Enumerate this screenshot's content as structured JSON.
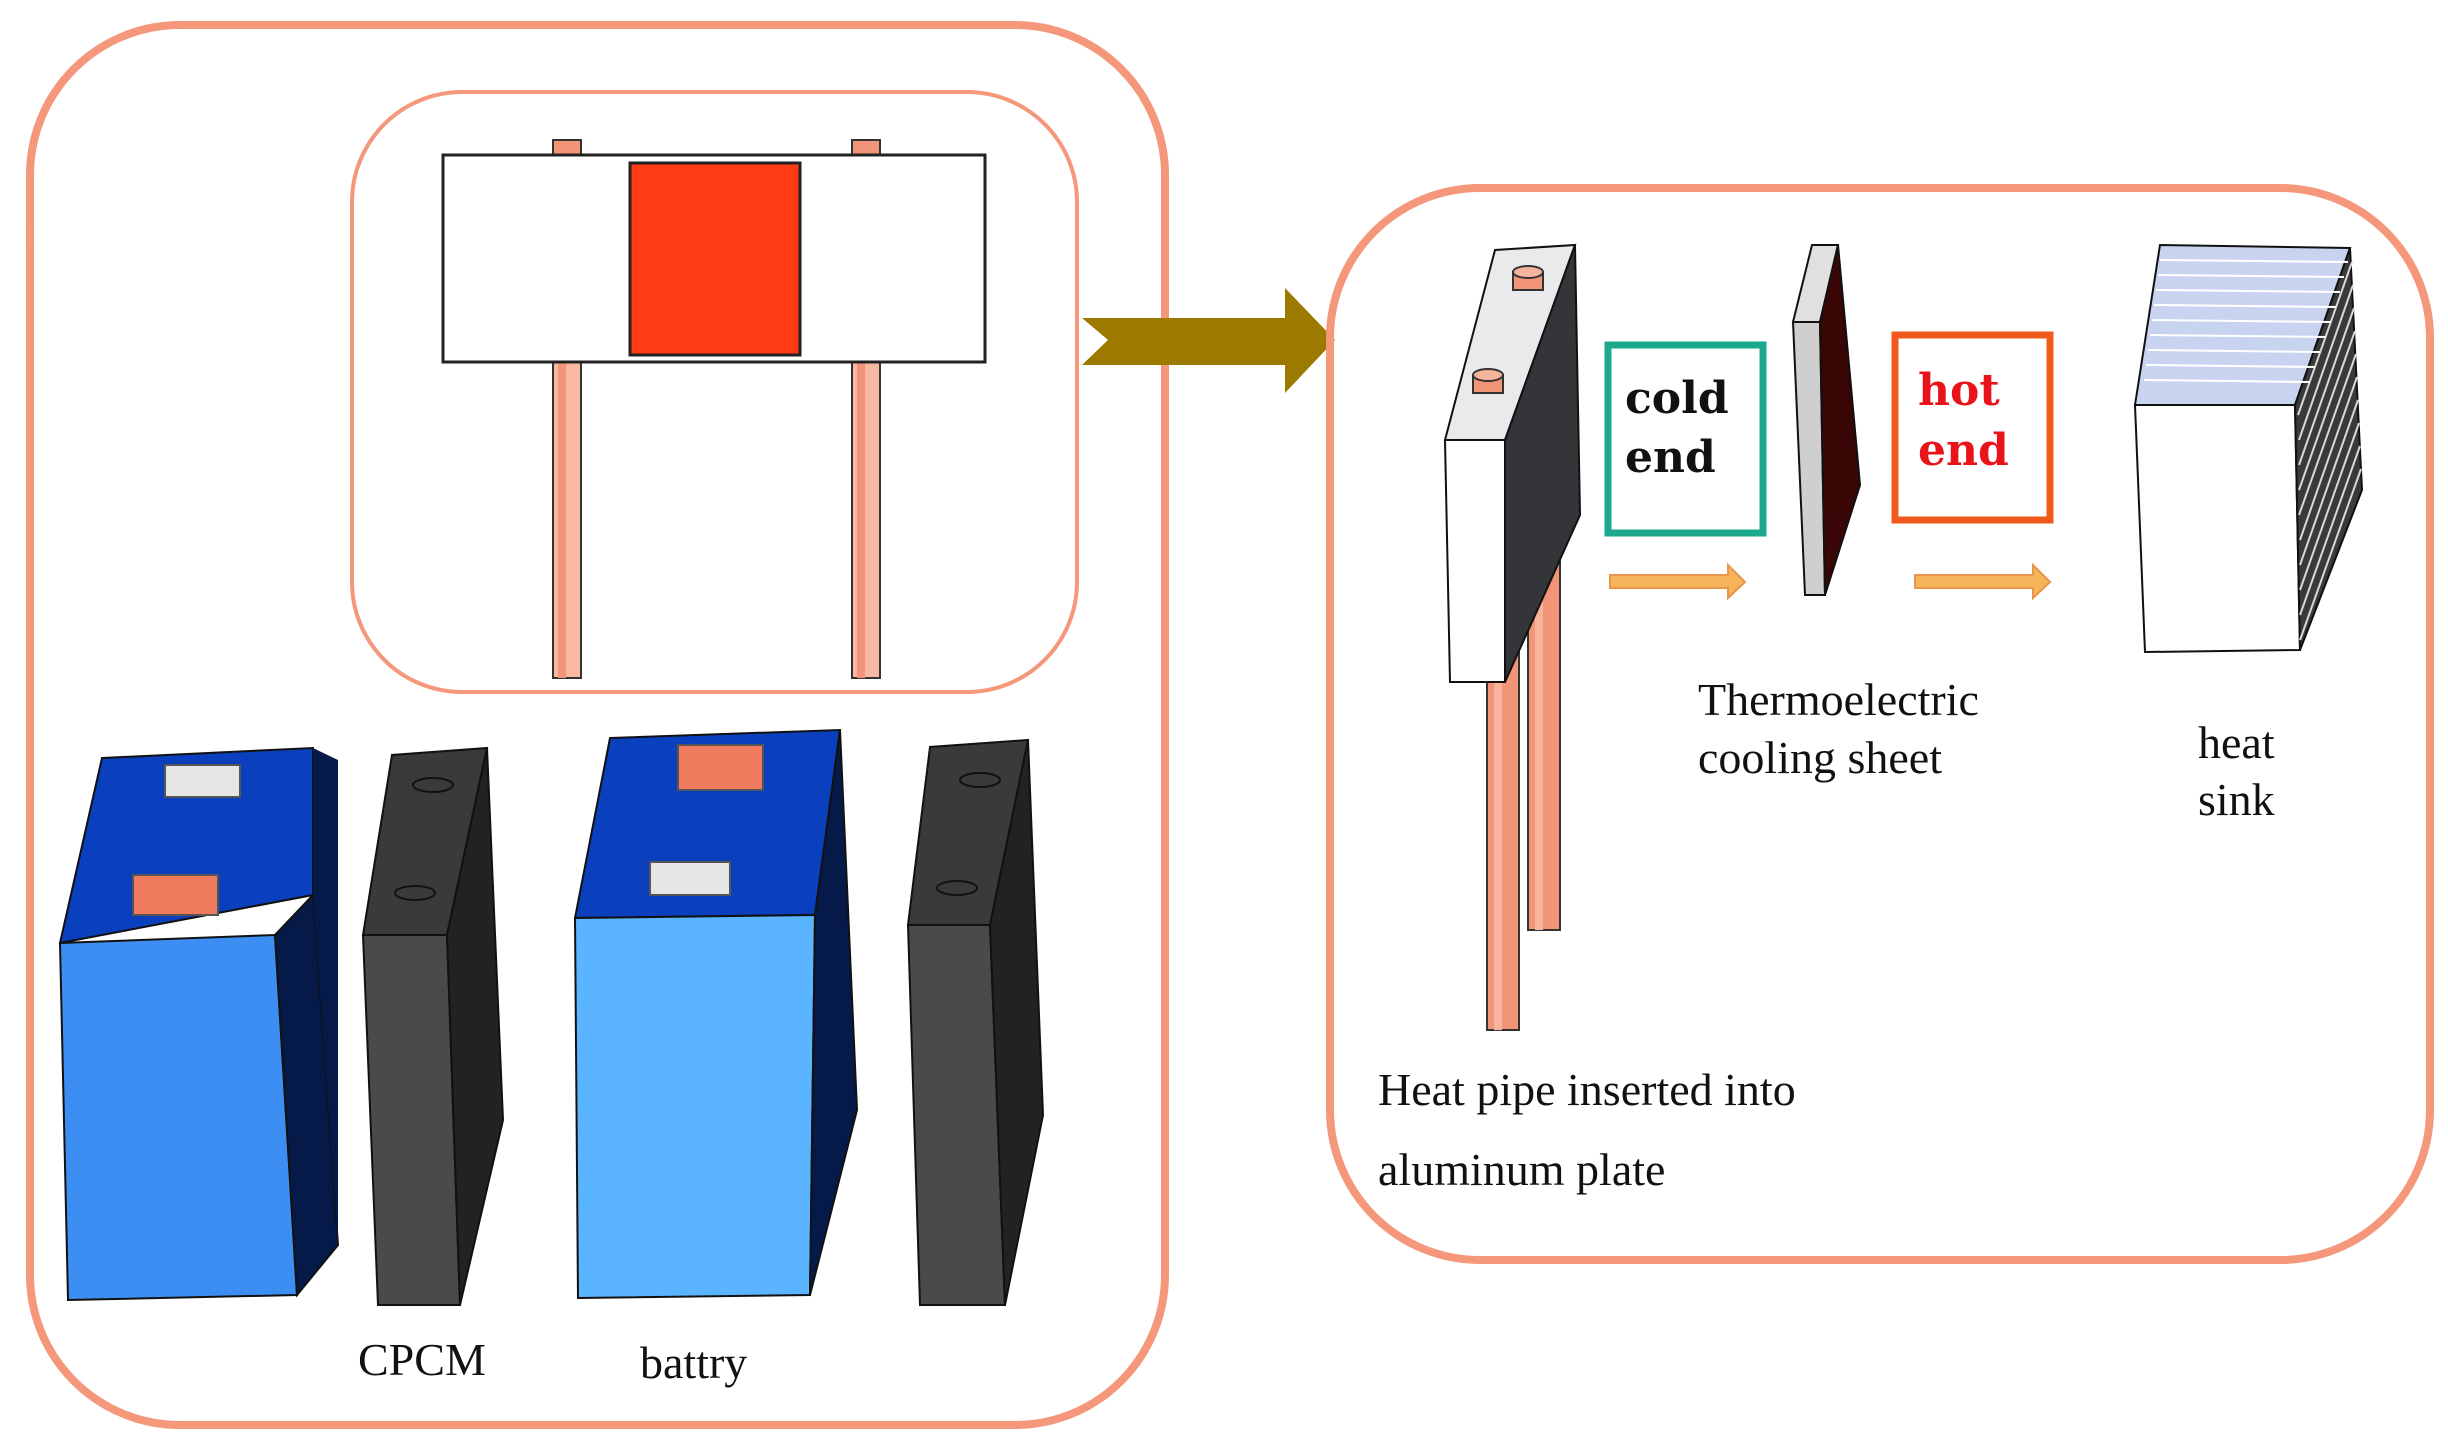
{
  "labels": {
    "cpcm": "CPCM",
    "battery": "battry",
    "cold_end_line1": "cold",
    "cold_end_line2": "end",
    "hot_end_line1": "hot",
    "hot_end_line2": "end",
    "tec_line1": "Thermoelectric",
    "tec_line2": "cooling sheet",
    "heat_sink_line1": "heat",
    "heat_sink_line2": "sink",
    "heat_pipe_line1": "Heat pipe inserted into",
    "heat_pipe_line2": "aluminum plate"
  },
  "colors": {
    "panel_border": "#f4977a",
    "arrow": "#9c7a00",
    "small_arrow": "#f5b45a",
    "cold_box": "#1aa98c",
    "hot_box": "#f15a1a",
    "hot_text": "#e8141a",
    "copper": "#f29478",
    "battery_front_dark": "#3d8ef2",
    "battery_front_light": "#5bb4ff",
    "battery_top": "#0a3fbe",
    "battery_side": "#061a4a",
    "cpcm_front": "#4a4a4a",
    "cpcm_side": "#222222",
    "plate_red": "#ff3b14",
    "tec_dark": "#3a0505"
  },
  "icons": [
    "battery-icon",
    "cpcm-plate-icon",
    "heat-pipe-icon",
    "thermoelectric-sheet-icon",
    "heat-sink-icon",
    "arrow-icon"
  ]
}
